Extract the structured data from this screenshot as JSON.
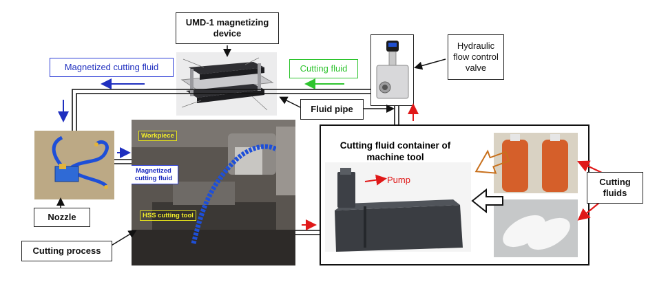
{
  "labels": {
    "umd_device": "UMD-1 magnetizing device",
    "magnetized_fluid": "Magnetized cutting fluid",
    "cutting_fluid": "Cutting fluid",
    "valve": "Hydraulic flow control valve",
    "fluid_pipe": "Fluid pipe",
    "nozzle": "Nozzle",
    "cutting_process": "Cutting process",
    "container_title": "Cutting fluid container of machine tool",
    "pump": "Pump",
    "cutting_fluids": "Cutting fluids"
  },
  "process_photo_labels": {
    "workpiece": "Workpiece",
    "magnetized_fluid": "Magnetized cutting fluid",
    "hss_tool": "HSS cutting tool"
  },
  "colors": {
    "blue": "#1f2fbf",
    "green": "#2ec42e",
    "red": "#e01818",
    "orange": "#c8701c",
    "yellow_label": "#e6e21a"
  }
}
